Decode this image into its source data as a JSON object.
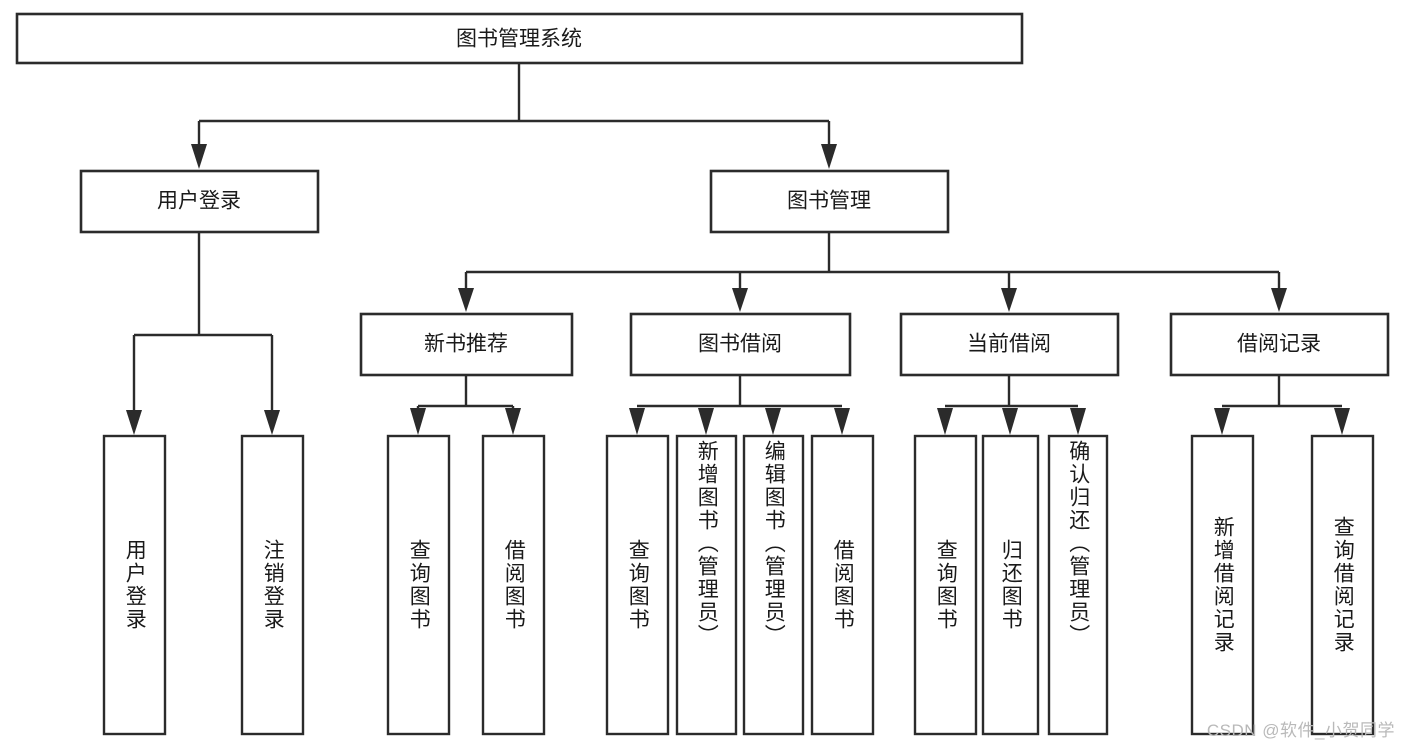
{
  "diagram": {
    "type": "tree-hierarchy",
    "title_node": {
      "id": "root",
      "label": "图书管理系统"
    },
    "level1": [
      {
        "id": "user-login",
        "label": "用户登录"
      },
      {
        "id": "book-management",
        "label": "图书管理"
      }
    ],
    "level2": [
      {
        "id": "new-book-recommend",
        "label": "新书推荐",
        "parent": "book-management"
      },
      {
        "id": "book-borrow",
        "label": "图书借阅",
        "parent": "book-management"
      },
      {
        "id": "current-borrow",
        "label": "当前借阅",
        "parent": "book-management"
      },
      {
        "id": "borrow-record",
        "label": "借阅记录",
        "parent": "book-management"
      }
    ],
    "leaves": {
      "user_login": [
        {
          "id": "leaf-user-login",
          "label": "用户登录"
        },
        {
          "id": "leaf-logout",
          "label": "注销登录"
        }
      ],
      "new_book_recommend": [
        {
          "id": "leaf-query-book-1",
          "label": "查询图书"
        },
        {
          "id": "leaf-borrow-book-1",
          "label": "借阅图书"
        }
      ],
      "book_borrow": [
        {
          "id": "leaf-query-book-2",
          "label": "查询图书"
        },
        {
          "id": "leaf-add-book",
          "label": "新增图书（管理员）"
        },
        {
          "id": "leaf-edit-book",
          "label": "编辑图书（管理员）"
        },
        {
          "id": "leaf-borrow-book-2",
          "label": "借阅图书"
        }
      ],
      "current_borrow": [
        {
          "id": "leaf-query-book-3",
          "label": "查询图书"
        },
        {
          "id": "leaf-return-book",
          "label": "归还图书"
        },
        {
          "id": "leaf-confirm-return",
          "label": "确认归还（管理员）"
        }
      ],
      "borrow_record": [
        {
          "id": "leaf-add-record",
          "label": "新增借阅记录"
        },
        {
          "id": "leaf-query-record",
          "label": "查询借阅记录"
        }
      ]
    },
    "colors": {
      "stroke": "#2b2b2b",
      "fill": "#ffffff",
      "text": "#1a1a1a",
      "watermark": "#b9b9b9"
    }
  },
  "watermark": {
    "text": "CSDN @软件_小贺同学"
  }
}
